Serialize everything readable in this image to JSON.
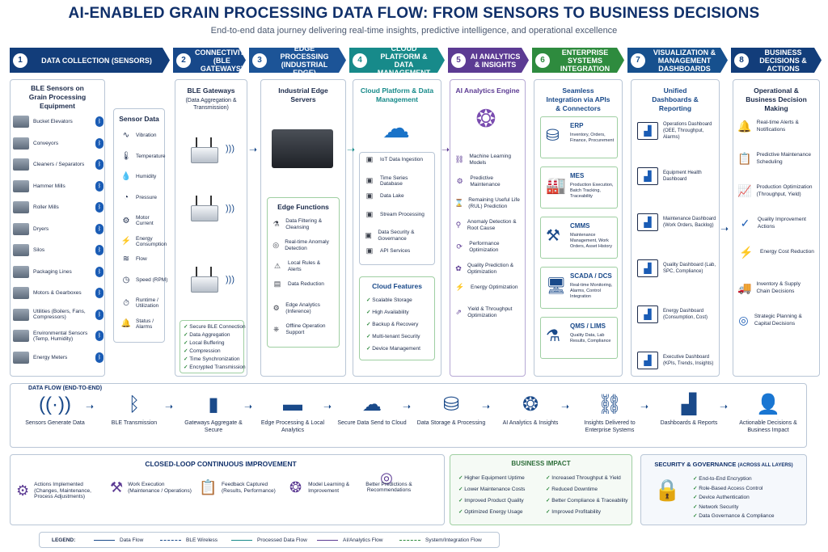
{
  "title": "AI-ENABLED GRAIN PROCESSING DATA FLOW: FROM SENSORS TO BUSINESS DECISIONS",
  "subtitle": "End-to-end data journey delivering real-time insights, predictive intelligence, and operational excellence",
  "headers": [
    {
      "num": "1",
      "label": "DATA COLLECTION (SENSORS)",
      "color": "#123d7a"
    },
    {
      "num": "2",
      "label": "CONNECTIVITY (BLE GATEWAYS)",
      "color": "#17488a"
    },
    {
      "num": "3",
      "label": "EDGE PROCESSING (INDUSTRIAL EDGE)",
      "color": "#1c5497"
    },
    {
      "num": "4",
      "label": "CLOUD PLATFORM & DATA MANAGEMENT",
      "color": "#178a8a"
    },
    {
      "num": "5",
      "label": "AI ANALYTICS & INSIGHTS",
      "color": "#5c3b93"
    },
    {
      "num": "6",
      "label": "ENTERPRISE SYSTEMS INTEGRATION",
      "color": "#2e8b3e"
    },
    {
      "num": "7",
      "label": "VISUALIZATION & MANAGEMENT DASHBOARDS",
      "color": "#16508e"
    },
    {
      "num": "8",
      "label": "BUSINESS DECISIONS & ACTIONS",
      "color": "#123d7a"
    }
  ],
  "sensors": {
    "title": "BLE Sensors on Grain Processing Equipment",
    "items": [
      "Bucket Elevators",
      "Conveyors",
      "Cleaners / Separators",
      "Hammer Mills",
      "Roller Mills",
      "Dryers",
      "Silos",
      "Packaging Lines",
      "Motors & Gearboxes",
      "Utilities (Boilers, Fans, Compressors)",
      "Environmental Sensors (Temp, Humidity)",
      "Energy Meters"
    ]
  },
  "sensor_data": {
    "title": "Sensor Data",
    "items": [
      "Vibration",
      "Temperature",
      "Humidity",
      "Pressure",
      "Motor Current",
      "Energy Consumption",
      "Flow",
      "Speed (RPM)",
      "Runtime / Utilization",
      "Status / Alarms"
    ]
  },
  "gateways": {
    "title": "BLE Gateways",
    "sub": "(Data Aggregation & Transmission)",
    "features": [
      "Secure BLE Connection",
      "Data Aggregation",
      "Local Buffering",
      "Compression",
      "Time Synchronization",
      "Encrypted Transmission"
    ]
  },
  "edge": {
    "title": "Industrial Edge Servers",
    "func_title": "Edge Functions",
    "functions": [
      "Data Filtering & Cleansing",
      "Real-time Anomaly Detection",
      "Local Rules & Alerts",
      "Data Reduction",
      "Edge Analytics (Inference)",
      "Offline Operation Support"
    ]
  },
  "cloud": {
    "title": "Cloud Platform & Data Management",
    "items": [
      "IoT Data Ingestion",
      "Time Series Database",
      "Data Lake",
      "Stream Processing",
      "Data Security & Governance",
      "API Services"
    ],
    "feat_title": "Cloud Features",
    "features": [
      "Scalable Storage",
      "High Availability",
      "Backup & Recovery",
      "Multi-tenant Security",
      "Device Management"
    ]
  },
  "ai": {
    "title": "AI Analytics Engine",
    "items": [
      "Machine Learning Models",
      "Predictive Maintenance",
      "Remaining Useful Life (RUL) Prediction",
      "Anomaly Detection & Root Cause",
      "Performance Optimization",
      "Quality Prediction & Optimization",
      "Energy Optimization",
      "Yield & Throughput Optimization"
    ]
  },
  "enterprise": {
    "title": "Seamless Integration via APIs & Connectors",
    "systems": [
      {
        "name": "ERP",
        "desc": "Inventory, Orders, Finance, Procurement"
      },
      {
        "name": "MES",
        "desc": "Production Execution, Batch Tracking, Traceability"
      },
      {
        "name": "CMMS",
        "desc": "Maintenance Management, Work Orders, Asset History"
      },
      {
        "name": "SCADA / DCS",
        "desc": "Real-time Monitoring, Alarms, Control Integration"
      },
      {
        "name": "QMS / LIMS",
        "desc": "Quality Data, Lab Results, Compliance"
      }
    ]
  },
  "dashboards": {
    "title": "Unified Dashboards & Reporting",
    "items": [
      "Operations Dashboard (OEE, Throughput, Alarms)",
      "Equipment Health Dashboard",
      "Maintenance Dashboard (Work Orders, Backlog)",
      "Quality Dashboard (Lab, SPC, Compliance)",
      "Energy Dashboard (Consumption, Cost)",
      "Executive Dashboard (KPIs, Trends, Insights)"
    ]
  },
  "decisions": {
    "title": "Operational & Business Decision Making",
    "items": [
      "Real-time Alerts & Notifications",
      "Predictive Maintenance Scheduling",
      "Production Optimization (Throughput, Yield)",
      "Quality Improvement Actions",
      "Energy Cost Reduction",
      "Inventory & Supply Chain Decisions",
      "Strategic Planning & Capital Decisions"
    ]
  },
  "flow": {
    "title": "DATA FLOW (END-TO-END)",
    "steps": [
      "Sensors Generate Data",
      "BLE Transmission",
      "Gateways Aggregate & Secure",
      "Edge Processing & Local Analytics",
      "Secure Data Send to Cloud",
      "Data Storage & Processing",
      "AI Analytics & Insights",
      "Insights Delivered to Enterprise Systems",
      "Dashboards & Reports",
      "Actionable Decisions & Business Impact"
    ]
  },
  "loop": {
    "title": "CLOSED-LOOP CONTINUOUS IMPROVEMENT",
    "steps": [
      "Actions Implemented (Changes, Maintenance, Process Adjustments)",
      "Work Execution (Maintenance / Operations)",
      "Feedback Captured (Results, Performance)",
      "Model Learning & Improvement",
      "Better Predictions & Recommendations"
    ]
  },
  "impact": {
    "title": "BUSINESS IMPACT",
    "left": [
      "Higher Equipment Uptime",
      "Lower Maintenance Costs",
      "Improved Product Quality",
      "Optimized Energy Usage"
    ],
    "right": [
      "Increased Throughput & Yield",
      "Reduced Downtime",
      "Better Compliance & Traceability",
      "Improved Profitability"
    ]
  },
  "security": {
    "title": "SECURITY & GOVERNANCE",
    "title_note": "(ACROSS ALL LAYERS)",
    "items": [
      "End-to-End Encryption",
      "Role-Based Access Control",
      "Device Authentication",
      "Network Security",
      "Data Governance & Compliance"
    ]
  },
  "legend": {
    "title": "LEGEND:",
    "items": [
      "Data Flow",
      "BLE Wireless",
      "Processed Data Flow",
      "AI/Analytics Flow",
      "System/Integration Flow"
    ]
  }
}
